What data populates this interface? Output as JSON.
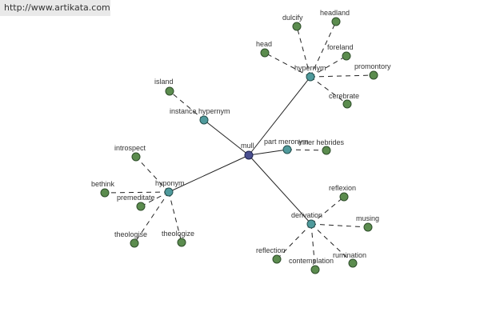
{
  "source_url": "http://www.artikata.com",
  "root": {
    "label": "mull"
  },
  "relations": [
    {
      "id": "hypernym",
      "label": "hypernym",
      "words": [
        "dulcify",
        "headland",
        "head",
        "foreland",
        "promontory",
        "cerebrate"
      ]
    },
    {
      "id": "instance_hypernym",
      "label": "instance hypernym",
      "words": [
        "island"
      ]
    },
    {
      "id": "part_meronym",
      "label": "part meronym",
      "words": [
        "inner hebrides"
      ]
    },
    {
      "id": "hyponym",
      "label": "hyponym",
      "words": [
        "introspect",
        "bethink",
        "premeditate",
        "theologise",
        "theologize"
      ]
    },
    {
      "id": "derivation",
      "label": "derivation",
      "words": [
        "reflexion",
        "musing",
        "rumination",
        "contemplation",
        "reflection"
      ]
    }
  ],
  "colors": {
    "root_node": "#4a4f8f",
    "relation_node": "#4f9a9c",
    "word_node": "#5b8c4e"
  }
}
